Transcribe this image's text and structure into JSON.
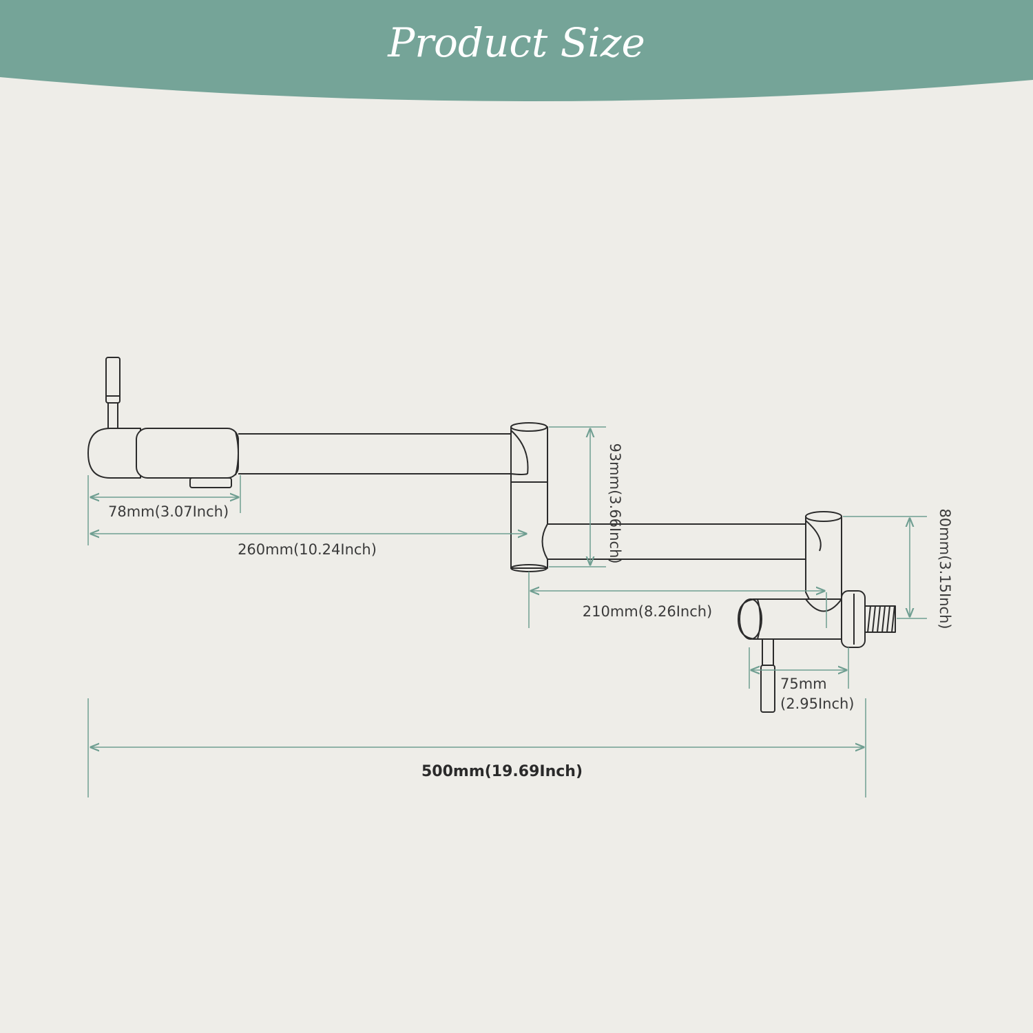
{
  "header": {
    "title": "Product Size"
  },
  "colors": {
    "banner": "#75a498",
    "background": "#eeede8",
    "dimension_line": "#6f9e91",
    "outline": "#2b2b2b"
  },
  "dimensions": {
    "spout_end": "78mm(3.07Inch)",
    "first_arm": "260mm(10.24Inch)",
    "elbow_height": "93mm(3.66Inch)",
    "second_arm": "210mm(8.26Inch)",
    "base_height": "80mm(3.15Inch)",
    "valve_top": "75mm",
    "valve_bottom": "(2.95Inch)",
    "total_length": "500mm(19.69Inch)"
  }
}
